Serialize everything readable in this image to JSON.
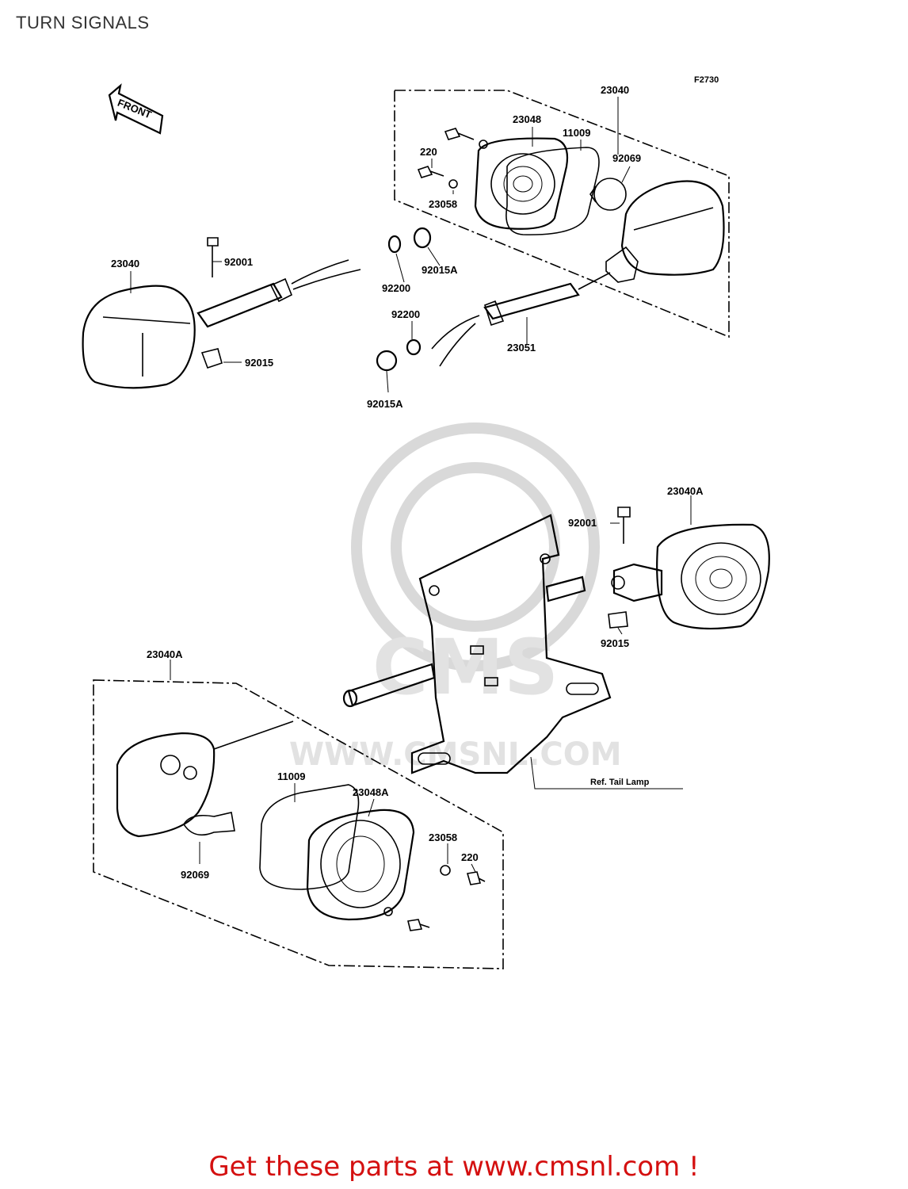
{
  "title": "TURN SIGNALS",
  "figure_code": "F2730",
  "front_marker": "FRONT",
  "reference_note": "Ref. Tail Lamp",
  "watermark": {
    "brand": "CMS",
    "url": "WWW.CMSNL.COM"
  },
  "footer": {
    "text": "Get these parts at www.cmsnl.com !",
    "color": "#d41010"
  },
  "labels": {
    "p23040_top": "23040",
    "p23048": "23048",
    "p11009_top": "11009",
    "p220_top": "220",
    "p92069_top": "92069",
    "p23058_top": "23058",
    "p23040_left": "23040",
    "p92001_left": "92001",
    "p92015_left": "92015",
    "p92200_a": "92200",
    "p92015A_a": "92015A",
    "p92200_b": "92200",
    "p92015A_b": "92015A",
    "p23051": "23051",
    "p23040A_right": "23040A",
    "p92001_right": "92001",
    "p92015_right": "92015",
    "p23040A_left": "23040A",
    "p11009_bottom": "11009",
    "p23048A": "23048A",
    "p23058_bottom": "23058",
    "p220_bottom": "220",
    "p92069_bottom": "92069"
  }
}
